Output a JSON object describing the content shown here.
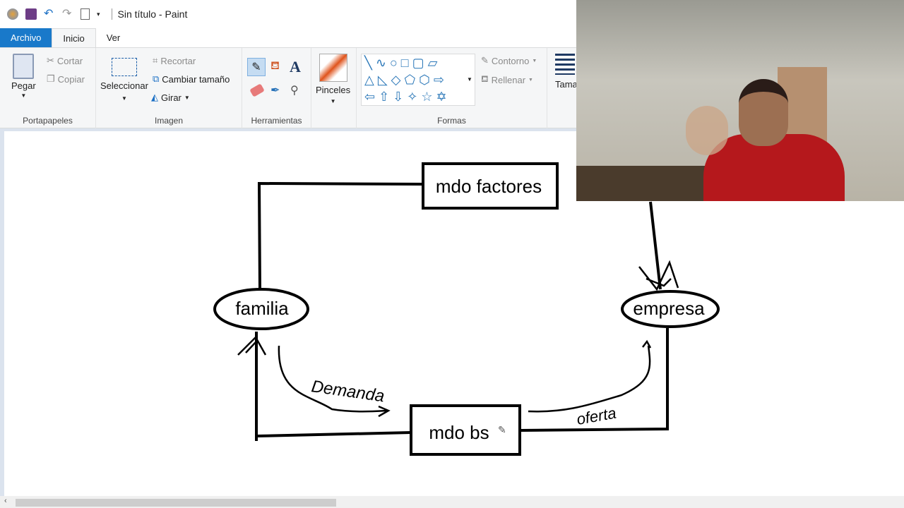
{
  "window": {
    "title": "Sin título - Paint"
  },
  "tabs": [
    {
      "label": "Archivo"
    },
    {
      "label": "Inicio"
    },
    {
      "label": "Ver"
    }
  ],
  "ribbon": {
    "clipboard": {
      "paste": "Pegar",
      "cut": "Cortar",
      "copy": "Copiar",
      "group": "Portapapeles"
    },
    "image": {
      "select": "Seleccionar",
      "crop": "Recortar",
      "resize": "Cambiar tamaño",
      "rotate": "Girar",
      "group": "Imagen"
    },
    "tools": {
      "group": "Herramientas"
    },
    "brushes": {
      "label": "Pinceles"
    },
    "shapes": {
      "outline": "Contorno",
      "fill": "Rellenar",
      "group": "Formas"
    },
    "size": {
      "label": "Tama"
    }
  },
  "diagram": {
    "factor_market": "mdo factores",
    "family": "familia",
    "firm": "empresa",
    "goods_market": "mdo bs",
    "demand_note": "Demanda",
    "supply_note": "oferta"
  }
}
